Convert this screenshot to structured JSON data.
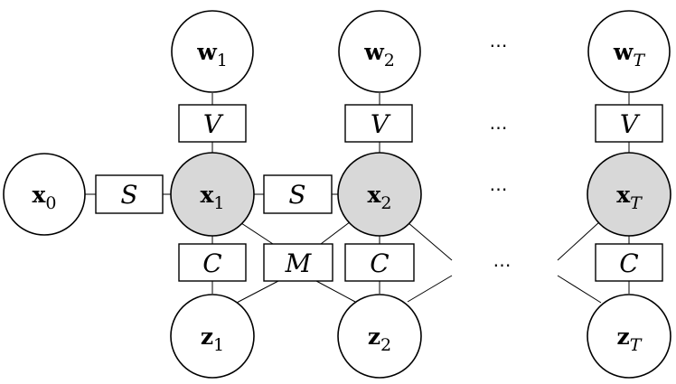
{
  "colors": {
    "observed_fill": "#d8d8d8",
    "latent_fill": "#ffffff",
    "stroke": "#000000"
  },
  "nodes": {
    "x0": {
      "base": "x",
      "sub": "0",
      "sub_italic": false,
      "observed": false
    },
    "x1": {
      "base": "x",
      "sub": "1",
      "sub_italic": false,
      "observed": true
    },
    "x2": {
      "base": "x",
      "sub": "2",
      "sub_italic": false,
      "observed": true
    },
    "xT": {
      "base": "x",
      "sub": "T",
      "sub_italic": true,
      "observed": true
    },
    "w1": {
      "base": "w",
      "sub": "1",
      "sub_italic": false,
      "observed": false
    },
    "w2": {
      "base": "w",
      "sub": "2",
      "sub_italic": false,
      "observed": false
    },
    "wT": {
      "base": "w",
      "sub": "T",
      "sub_italic": true,
      "observed": false
    },
    "z1": {
      "base": "z",
      "sub": "1",
      "sub_italic": false,
      "observed": false
    },
    "z2": {
      "base": "z",
      "sub": "2",
      "sub_italic": false,
      "observed": false
    },
    "zT": {
      "base": "z",
      "sub": "T",
      "sub_italic": true,
      "observed": false
    }
  },
  "factors": {
    "S1": "S",
    "S2": "S",
    "V1": "V",
    "V2": "V",
    "VT": "V",
    "C1": "C",
    "C2": "C",
    "CT": "C",
    "M": "M"
  },
  "ellipsis": "⋯"
}
